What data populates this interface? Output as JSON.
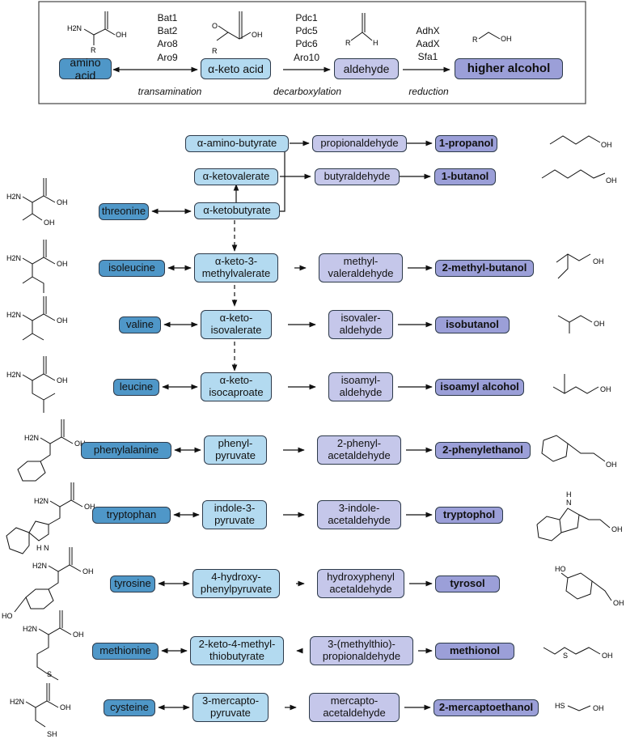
{
  "legend": {
    "amino_label": "amino acid",
    "keto_label": "α-keto acid",
    "aldehyde_label": "aldehyde",
    "alcohol_label": "higher alcohol",
    "transamination_enzymes": "Bat1\nBat2\nAro8\nAro9",
    "decarboxylation_enzymes": "Pdc1\nPdc5\nPdc6\nAro10",
    "reduction_enzymes": "AdhX\nAadX\nSfa1",
    "transamination_label": "transamination",
    "decarboxylation_label": "decarboxylation",
    "reduction_label": "reduction",
    "struct_amino": {
      "nh2": "H2N",
      "oh": "OH",
      "r": "R"
    },
    "struct_keto": {
      "o": "O",
      "oh": "OH",
      "r": "R"
    },
    "struct_ald": {
      "r": "R",
      "h": "H"
    },
    "struct_alc": {
      "r": "R",
      "oh": "OH"
    }
  },
  "threonine_branch": {
    "aminobutyrate": "α-amino-butyrate",
    "ketovalerate": "α-ketovalerate",
    "ketobutyrate": "α-ketobutyrate",
    "propionaldehyde": "propionaldehyde",
    "butyraldehyde": "butyraldehyde",
    "propanol": "1-propanol",
    "butanol": "1-butanol"
  },
  "pathways": [
    {
      "amino_acid": "threonine",
      "keto_acid": "α-ketobutyrate",
      "aldehyde": "",
      "alcohol": ""
    },
    {
      "amino_acid": "isoleucine",
      "keto_acid": "α-keto-3-\nmethylvalerate",
      "aldehyde": "methyl-\nvaleraldehyde",
      "alcohol": "2-methyl-butanol"
    },
    {
      "amino_acid": "valine",
      "keto_acid": "α-keto-\nisovalerate",
      "aldehyde": "isovaler-\naldehyde",
      "alcohol": "isobutanol"
    },
    {
      "amino_acid": "leucine",
      "keto_acid": "α-keto-\nisocaproate",
      "aldehyde": "isoamyl-\naldehyde",
      "alcohol": "isoamyl alcohol"
    },
    {
      "amino_acid": "phenylalanine",
      "keto_acid": "phenyl-\npyruvate",
      "aldehyde": "2-phenyl-\nacetaldehyde",
      "alcohol": "2-phenylethanol"
    },
    {
      "amino_acid": "tryptophan",
      "keto_acid": "indole-3-\npyruvate",
      "aldehyde": "3-indole-\nacetaldehyde",
      "alcohol": "tryptophol"
    },
    {
      "amino_acid": "tyrosine",
      "keto_acid": "4-hydroxy-\nphenylpyruvate",
      "aldehyde": "hydroxyphenyl\nacetaldehyde",
      "alcohol": "tyrosol"
    },
    {
      "amino_acid": "methionine",
      "keto_acid": "2-keto-4-methyl-\nthiobutyrate",
      "aldehyde": "3-(methylthio)-\npropionaldehyde",
      "alcohol": "methionol"
    },
    {
      "amino_acid": "cysteine",
      "keto_acid": "3-mercapto-\npyruvate",
      "aldehyde": "mercapto-\nacetaldehyde",
      "alcohol": "2-mercaptoethanol"
    }
  ],
  "structure_labels": {
    "nh2": "H2N",
    "oh": "OH",
    "ho": "HO",
    "s": "S",
    "sh": "SH",
    "hs": "HS",
    "nh": "H\nN",
    "n": "N",
    "h": "H"
  },
  "colors": {
    "amino_acid": "#4f97c8",
    "keto_acid": "#b3daf0",
    "aldehyde": "#c5c7ea",
    "alcohol": "#9b9fd8",
    "line": "#111111"
  }
}
